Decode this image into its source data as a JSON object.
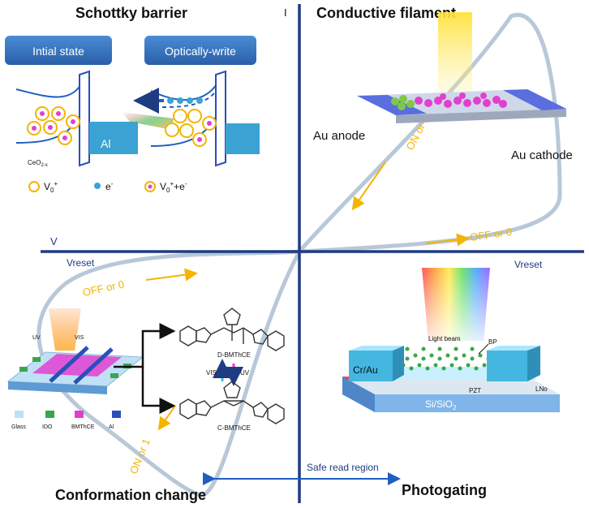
{
  "quadrants": {
    "top_left": "Schottky barrier",
    "top_right": "Conductive filament",
    "bottom_left": "Conformation change",
    "bottom_right": "Photogating"
  },
  "axes": {
    "y_label": "I",
    "x_label": "V",
    "vreset_left": "Vreset",
    "vreset_right": "Vreset",
    "safe_read": "Safe read region"
  },
  "loop_labels": {
    "on_top": "ON or 1",
    "off_right": "OFF or 0",
    "off_left": "OFF or 0",
    "on_bottom": "ON or 1"
  },
  "schottky": {
    "button_initial": "Intial state",
    "button_write": "Optically-write",
    "metal": "Al",
    "oxide": "CeO",
    "oxide_sub": "2-x",
    "legend_vacancy": "V",
    "legend_electron": "e",
    "legend_trapped": "V",
    "legend_trapped_suffix": "+e"
  },
  "filament": {
    "anode": "Au anode",
    "cathode": "Au cathode"
  },
  "conformation": {
    "uv": "UV",
    "vis": "VIS",
    "mol_open": "D-BMThCE",
    "mol_closed": "C-BMThCE",
    "switch_vis": "VIS",
    "switch_uv": "UV",
    "legend": [
      "Glass",
      "IDO",
      "BMThCE",
      "Al"
    ],
    "legend_colors": [
      "#bfe0f5",
      "#3aa64a",
      "#e23fd1",
      "#2a4fb8"
    ]
  },
  "photogating": {
    "light_beam": "Light beam",
    "bp": "BP",
    "electrode": "Cr/Au",
    "pzt": "PZT",
    "lno": "LNo",
    "substrate": "Si/SiO",
    "substrate_sub": "2"
  },
  "colors": {
    "axis": "#1f3b82",
    "loop": "#b8c8d8",
    "arrow_yellow": "#f4b400",
    "button": "#2f6fb6"
  }
}
